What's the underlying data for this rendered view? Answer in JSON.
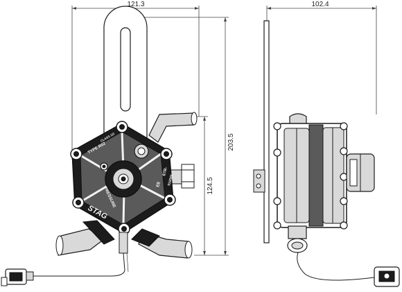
{
  "dimensions": {
    "front_width": "121.3",
    "side_width": "102.4",
    "overall_height": "203.5",
    "body_height": "124.5"
  },
  "markings": {
    "brand": "STAG",
    "model": "TYPE R02",
    "class": "CLASS 1/2",
    "pressure": "PRESSURE",
    "approval_mark": "E8",
    "approval_code": "67R-",
    "approval_number": "016565"
  }
}
